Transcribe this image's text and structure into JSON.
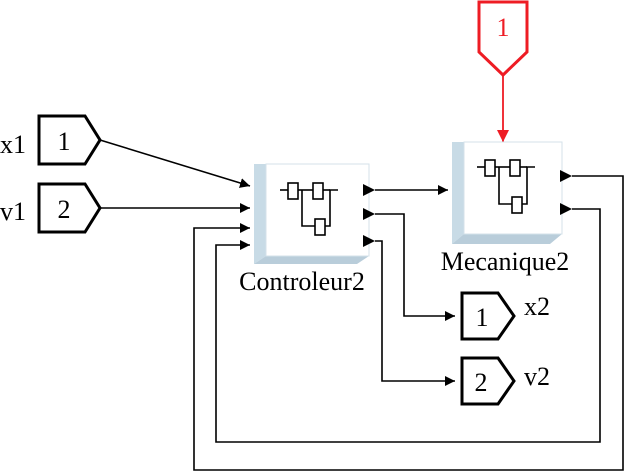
{
  "inports": [
    {
      "id": "x1",
      "number": "1",
      "label": "x1"
    },
    {
      "id": "v1",
      "number": "2",
      "label": "v1"
    },
    {
      "id": "top",
      "number": "1"
    }
  ],
  "outports": [
    {
      "id": "x2",
      "number": "1",
      "label": "x2"
    },
    {
      "id": "v2",
      "number": "2",
      "label": "v2"
    }
  ],
  "blocks": [
    {
      "id": "controleur",
      "label": "Controleur2"
    },
    {
      "id": "mecanique",
      "label": "Mecanique2"
    }
  ],
  "colors": {
    "line": "#000000",
    "highlight": "#ee1c24",
    "block_face": "#ffffff",
    "block_shadow": "#c8dbe6",
    "block_edge": "#b9cdda"
  }
}
